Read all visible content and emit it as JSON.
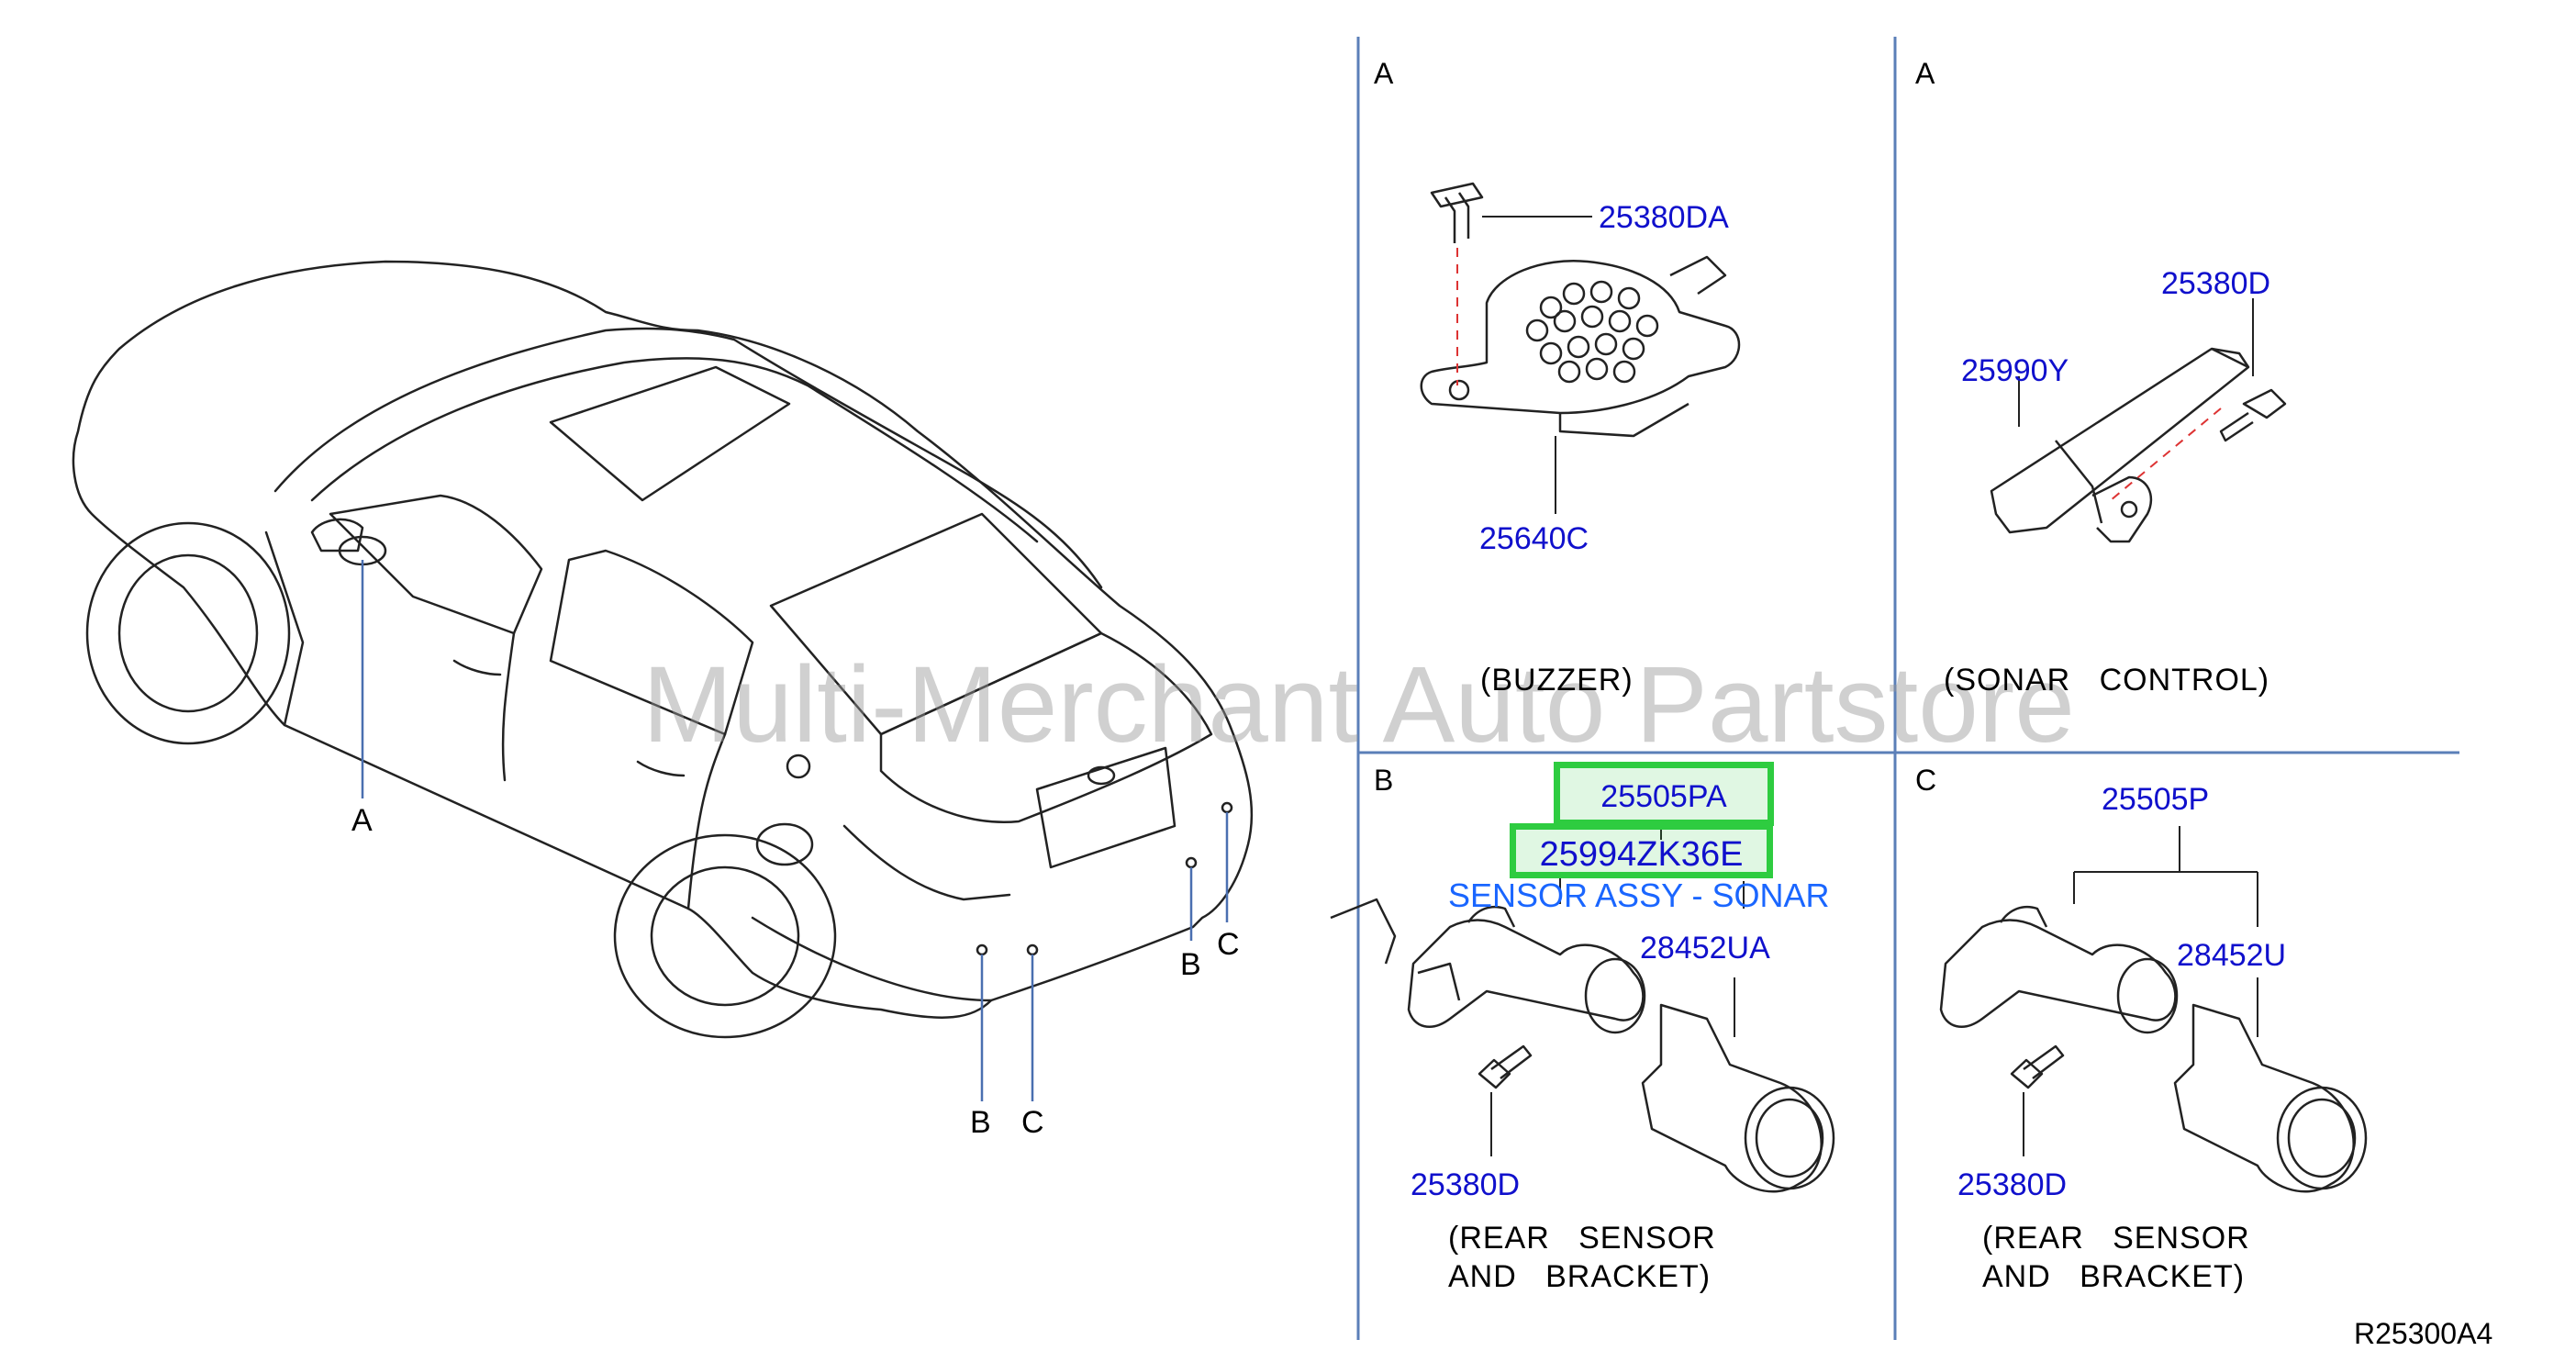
{
  "watermark": "Multi-Merchant Auto Partstore",
  "diagram_ref": "R25300A4",
  "car_callouts": {
    "a": "A",
    "b_upper": "B",
    "c_upper": "C",
    "b_lower": "B",
    "c_lower": "C"
  },
  "panels": {
    "buzzer": {
      "section": "A",
      "caption": "(BUZZER)",
      "parts": {
        "screw": "25380DA",
        "buzzer": "25640C"
      }
    },
    "sonar_control": {
      "section": "A",
      "caption": "(SONAR   CONTROL)",
      "parts": {
        "unit": "25990Y",
        "screw": "25380D"
      }
    },
    "rear_b": {
      "section": "B",
      "caption": "(REAR   SENSOR\nAND   BRACKET)",
      "parts": {
        "sensor": "25505PA",
        "kit": "25994ZK36E",
        "bracket": "28452UA",
        "screw": "25380D"
      },
      "description": "SENSOR ASSY - SONAR"
    },
    "rear_c": {
      "section": "C",
      "caption": "(REAR   SENSOR\nAND   BRACKET)",
      "parts": {
        "sensor": "25505P",
        "bracket": "28452U",
        "screw": "25380D"
      }
    }
  }
}
